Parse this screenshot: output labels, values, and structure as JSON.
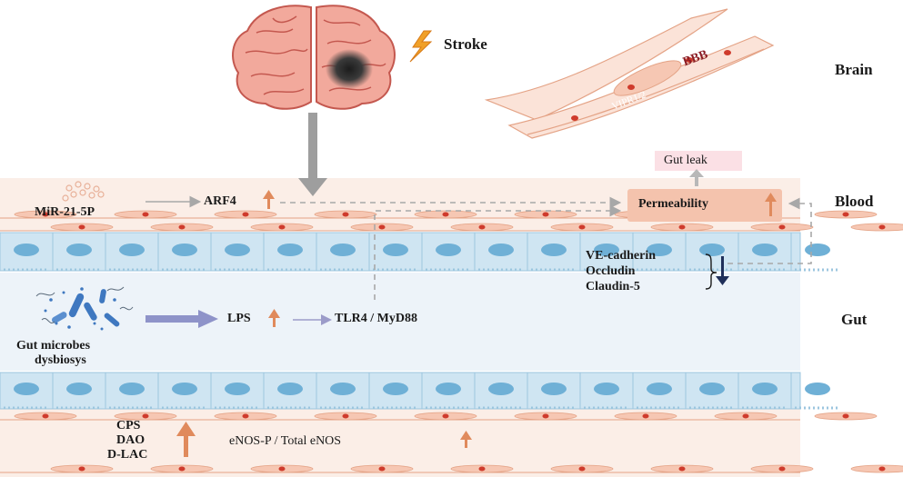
{
  "labels": {
    "stroke": "Stroke",
    "bbb": "BBB",
    "vipr": "VIPR1/2",
    "gut_leak": "Gut leak",
    "permeability": "Permeability",
    "mir": "MiR-21-5P",
    "arf4": "ARF4",
    "tight_junctions": [
      "VE-cadherin",
      "Occludin",
      "Claudin-5"
    ],
    "lps": "LPS",
    "tlr4": "TLR4 / MyD88",
    "microbes": [
      "Gut microbes",
      "dysbiosys"
    ],
    "markers": [
      "CPS",
      "DAO",
      "D-LAC"
    ],
    "enos": "eNOS-P / Total eNOS"
  },
  "regions": {
    "brain": "Brain",
    "blood": "Blood",
    "gut": "Gut"
  },
  "colors": {
    "up_arrow": "#e08a5c",
    "down_arrow": "#1f2f5a",
    "membrane": "#cfe5f2",
    "nucleus": "#6fb0d6",
    "blood_band": "#fbeee7",
    "gut_lumen": "#edf3f9",
    "permeability_box": "#f4c3ad",
    "gut_leak_box": "#fbe0e5"
  }
}
